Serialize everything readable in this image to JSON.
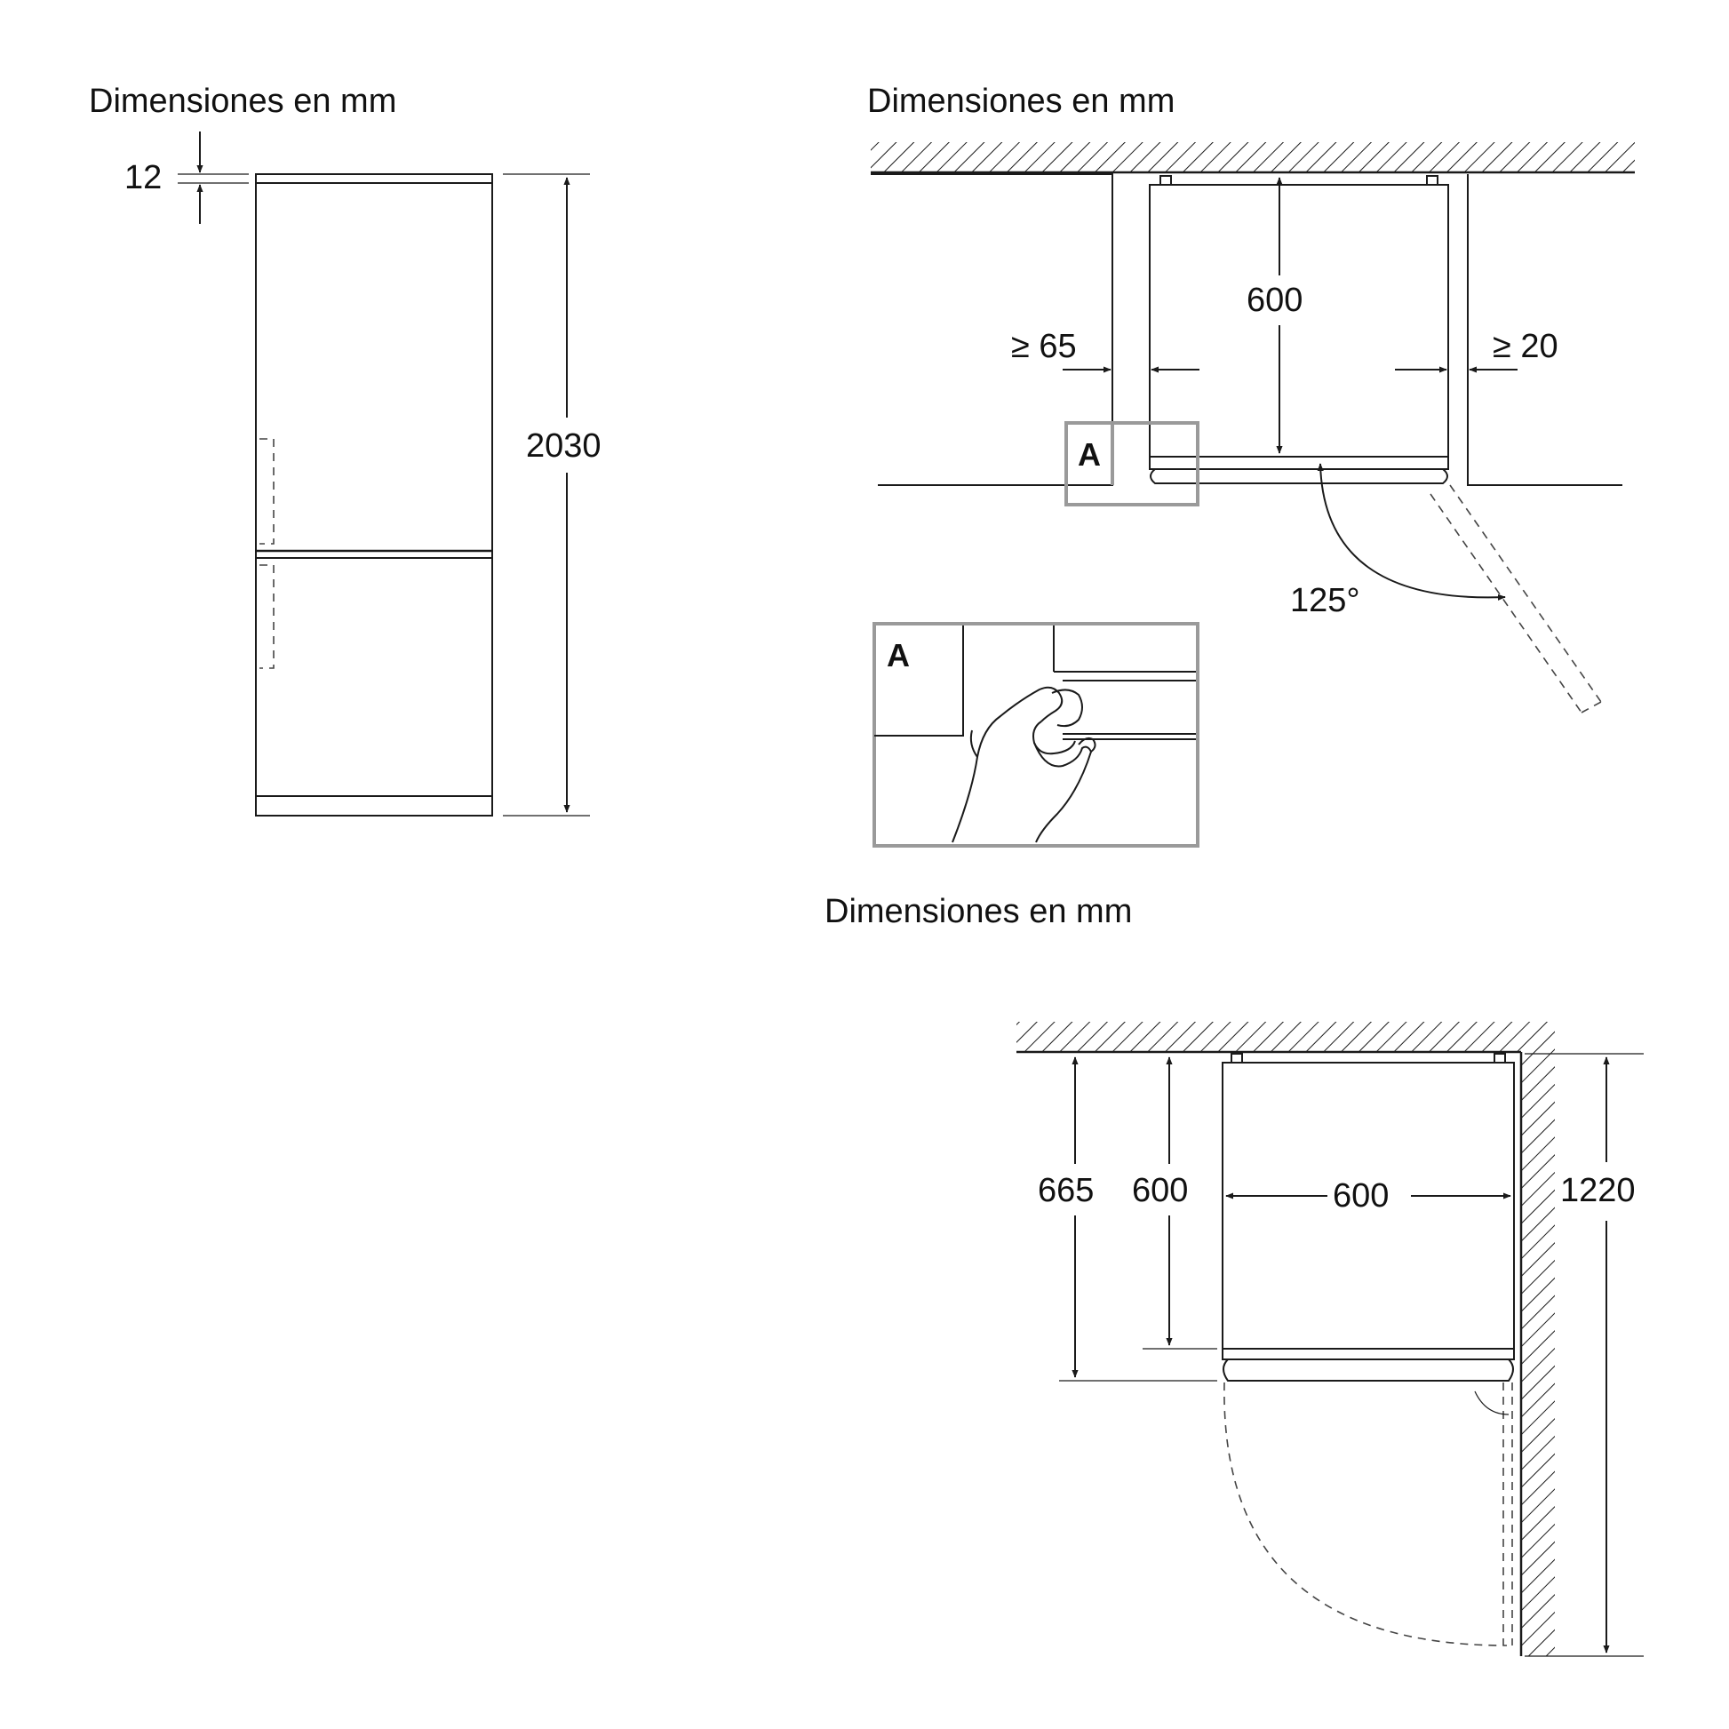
{
  "panel_left": {
    "title": "Dimensiones en mm",
    "dim_top_gap": "12",
    "dim_height": "2030"
  },
  "panel_top_right": {
    "title": "Dimensiones en mm",
    "dim_depth": "600",
    "dim_left_clearance": "≥ 65",
    "dim_right_clearance": "≥ 20",
    "dim_door_angle": "125°",
    "callout_label": "A",
    "detail_label": "A"
  },
  "panel_bottom_right": {
    "title": "Dimensiones en mm",
    "dim_depth_total": "665",
    "dim_depth_body": "600",
    "dim_width": "600",
    "dim_door_sweep": "1220"
  }
}
